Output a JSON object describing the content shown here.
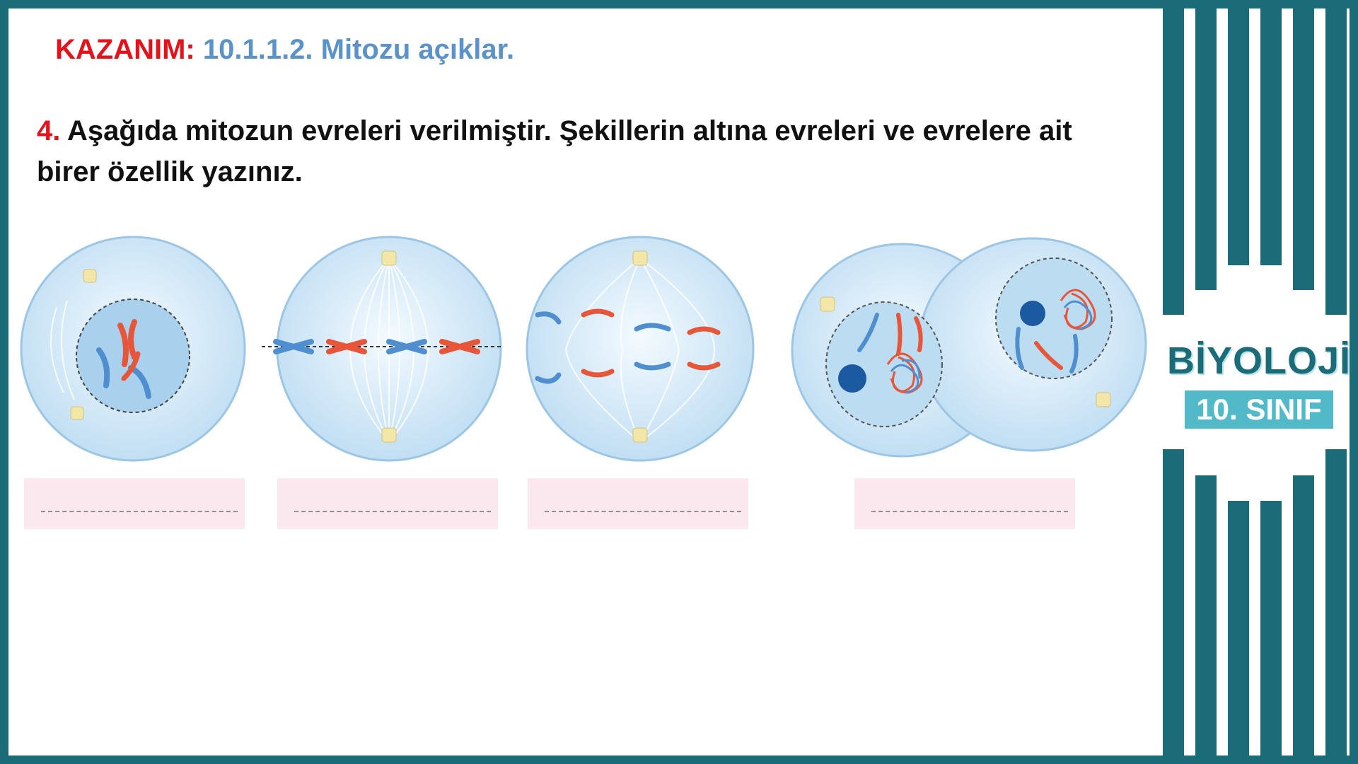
{
  "header": {
    "kazanim_label": "KAZANIM:",
    "kazanim_text": "10.1.1.2. Mitozu açıklar."
  },
  "question": {
    "number": "4.",
    "text": "Aşağıda mitozun evreleri verilmiştir. Şekillerin altına evreleri ve evrelere ait birer özellik yazınız."
  },
  "figure": {
    "stages": [
      "cell-1",
      "cell-2",
      "cell-3",
      "cell-4"
    ],
    "colors": {
      "cell": "#cfe6f6",
      "membrane": "#9cc6e4",
      "chrom_red": "#e8563a",
      "chrom_blue": "#4f8fcf",
      "centrosome": "#f2e7a8"
    }
  },
  "answers": [
    "",
    "",
    "",
    ""
  ],
  "brand": {
    "subject": "BİYOLOJİ",
    "grade": "10. SINIF",
    "primary": "#1b6b78",
    "accent": "#52b9c9"
  }
}
